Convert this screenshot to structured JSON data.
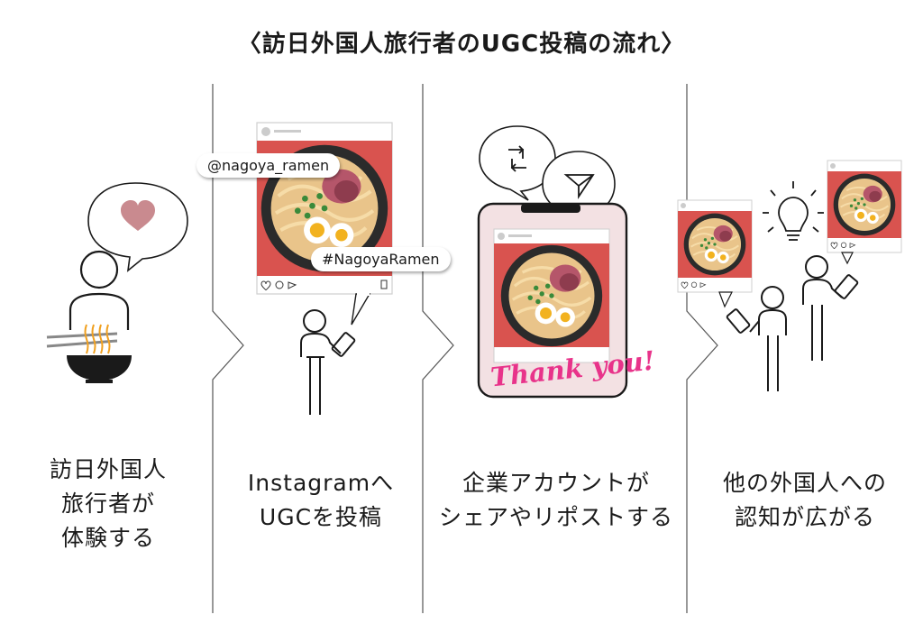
{
  "title": "〈訪日外国人旅行者のUGC投稿の流れ〉",
  "colors": {
    "line": "#1a1a1a",
    "plate": "#d9534f",
    "bowl": "#2b2b2b",
    "heart": "#c98a8f",
    "phone_screen": "#f3e1e3",
    "thanks": "#e8338a"
  },
  "steps": [
    {
      "lines": [
        "訪日外国人",
        "旅行者が",
        "体験する"
      ]
    },
    {
      "lines": [
        "Instagramへ",
        "UGCを投稿"
      ],
      "mention": "@nagoya_ramen",
      "hashtag": "#NagoyaRamen"
    },
    {
      "lines": [
        "企業アカウントが",
        "シェアやリポストする"
      ],
      "sticker": "Thank you!"
    },
    {
      "lines": [
        "他の外国人への",
        "認知が広がる"
      ]
    }
  ],
  "icons": [
    "heart-icon",
    "person-icon",
    "ramen-bowl-icon",
    "smartphone-icon",
    "repost-icon",
    "send-icon",
    "lightbulb-icon",
    "like-icon",
    "comment-icon",
    "bookmark-icon"
  ]
}
